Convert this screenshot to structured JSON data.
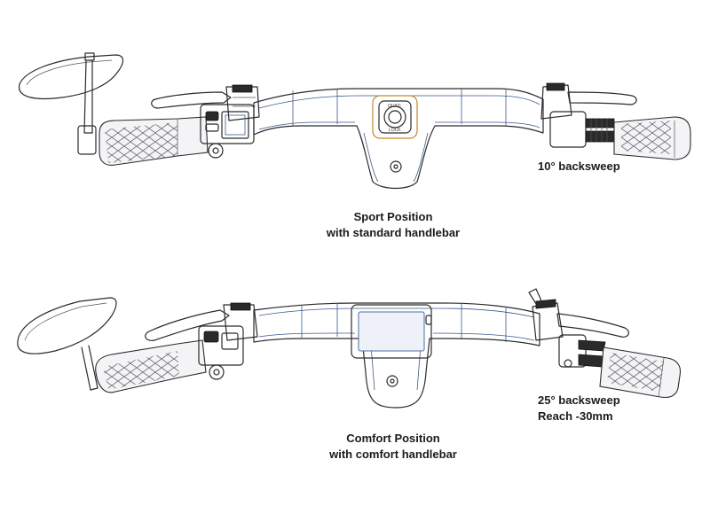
{
  "top": {
    "caption_line1": "Sport Position",
    "caption_line2": "with standard handlebar",
    "note_line1": "10° backsweep"
  },
  "bottom": {
    "caption_line1": "Comfort Position",
    "caption_line2": "with comfort handlebar",
    "note_line1": "25° backsweep",
    "note_line2": "Reach -30mm"
  },
  "colors": {
    "line": "#2b2b2b",
    "bar_detail": "#3b5a8c",
    "mount_accent": "#c48a2c",
    "display_screen": "#4a6fa5"
  },
  "icons": [
    "mirror-icon",
    "grip-icon",
    "brake-lever-icon",
    "control-unit-icon",
    "phone-mount-icon",
    "display-icon",
    "throttle-icon"
  ]
}
